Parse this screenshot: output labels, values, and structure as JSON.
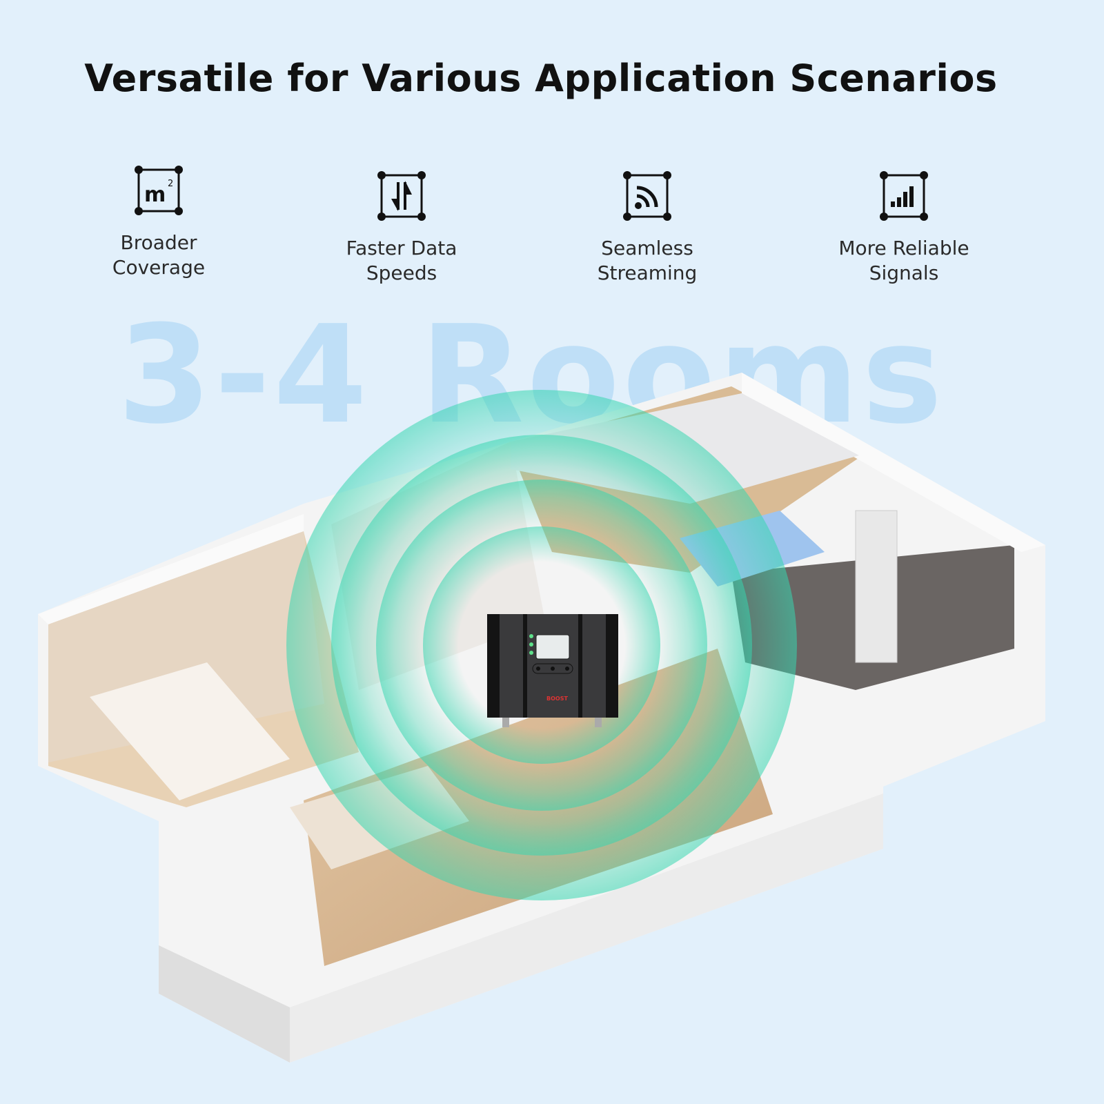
{
  "title": "Versatile for Various Application Scenarios",
  "features": [
    {
      "icon": "area-m2-icon",
      "line1": "Broader",
      "line2": "Coverage"
    },
    {
      "icon": "data-transfer-arrows-icon",
      "line1": "Faster Data",
      "line2": "Speeds"
    },
    {
      "icon": "wifi-signal-icon",
      "line1": "Seamless",
      "line2": "Streaming"
    },
    {
      "icon": "signal-bars-icon",
      "line1": "More Reliable",
      "line2": "Signals"
    }
  ],
  "watermark": "3-4 Rooms",
  "device_logo": "BOOST",
  "colors": {
    "background": "#e2f0fb",
    "signal": "#36d6b0",
    "watermark": "#bfdff7"
  }
}
